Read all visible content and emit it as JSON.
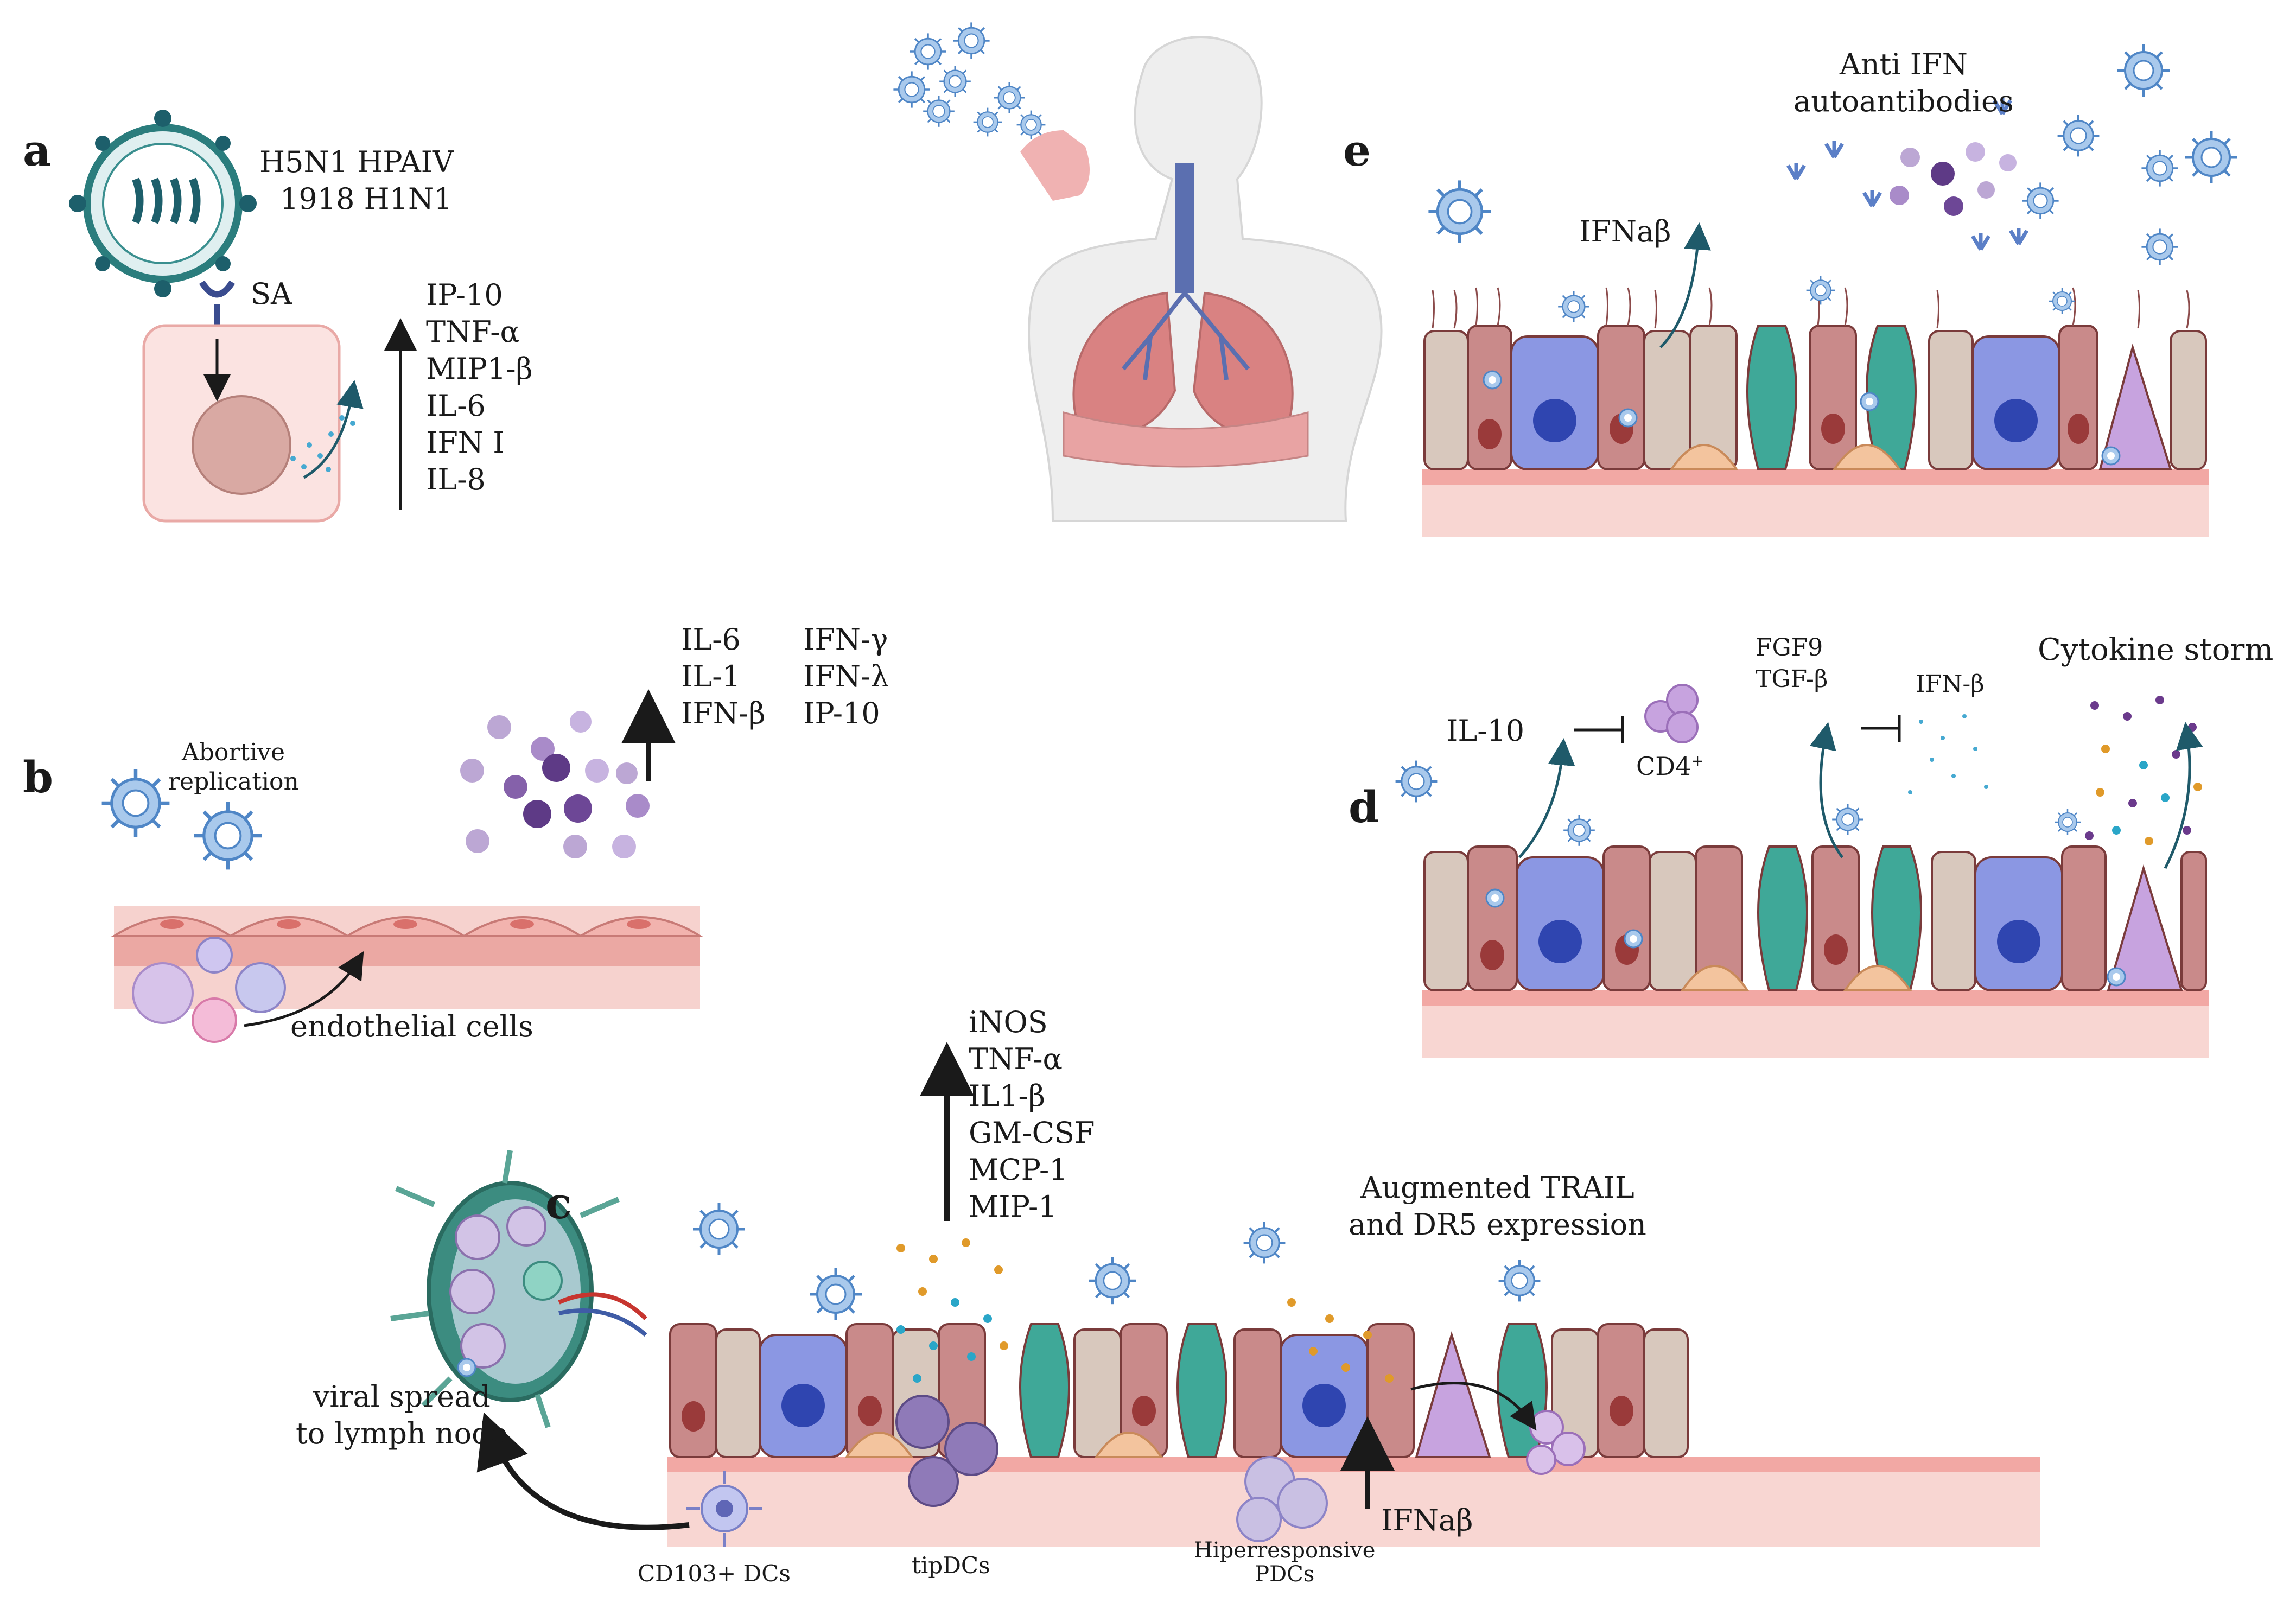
{
  "panels": {
    "a": {
      "letter": "a",
      "virus_strains": [
        "H5N1 HPAIV",
        "1918 H1N1"
      ],
      "receptor_label": "SA",
      "cytokines": [
        "IP-10",
        "TNF-α",
        "MIP1-β",
        "IL-6",
        "IFN I",
        "IL-8"
      ]
    },
    "b": {
      "letter": "b",
      "virus_note": "Abortive replication",
      "cytokines_col1": [
        "IL-6",
        "IL-1",
        "IFN-β"
      ],
      "cytokines_col2": [
        "IFN-γ",
        "IFN-λ",
        "IP-10"
      ],
      "tissue_label": "endothelial cells"
    },
    "c": {
      "letter": "c",
      "cytokines": [
        "iNOS",
        "TNF-α",
        "IL1-β",
        "GM-CSF",
        "MCP-1",
        "MIP-1"
      ],
      "lymph_label": [
        "viral spread",
        "to lymph node"
      ],
      "trail_label": [
        "Augmented TRAIL",
        "and DR5 expression"
      ],
      "dc_label": "CD103+ DCs",
      "tipdc_label": "tipDCs",
      "pdc_label": [
        "Hiperresponsive",
        "PDCs"
      ],
      "ifn_label": "IFNaβ"
    },
    "d": {
      "letter": "d",
      "il10_label": "IL-10",
      "cd4_label": "CD4",
      "cd4_sup": "+",
      "growth_factors": [
        "FGF9",
        "TGF-β"
      ],
      "ifnb_label": "IFN-β",
      "storm_label": "Cytokine storm"
    },
    "e": {
      "letter": "e",
      "autoab_label": [
        "Anti IFN",
        "autoantibodies"
      ],
      "ifn_label": "IFNaβ"
    }
  },
  "colors": {
    "virus": "#6fa3d9",
    "epithelium_pink": "#c98a8a",
    "epithelium_beige": "#d8c8bd",
    "goblet_teal": "#2f9c8c",
    "blue_cell": "#7f8ee0",
    "purple_cell": "#b98bd0",
    "submucosa": "#f6d2ce",
    "cytokine_purple": "#6b3a8c",
    "cytokine_orange": "#e09a2a",
    "cytokine_cyan": "#2aa6c8"
  }
}
